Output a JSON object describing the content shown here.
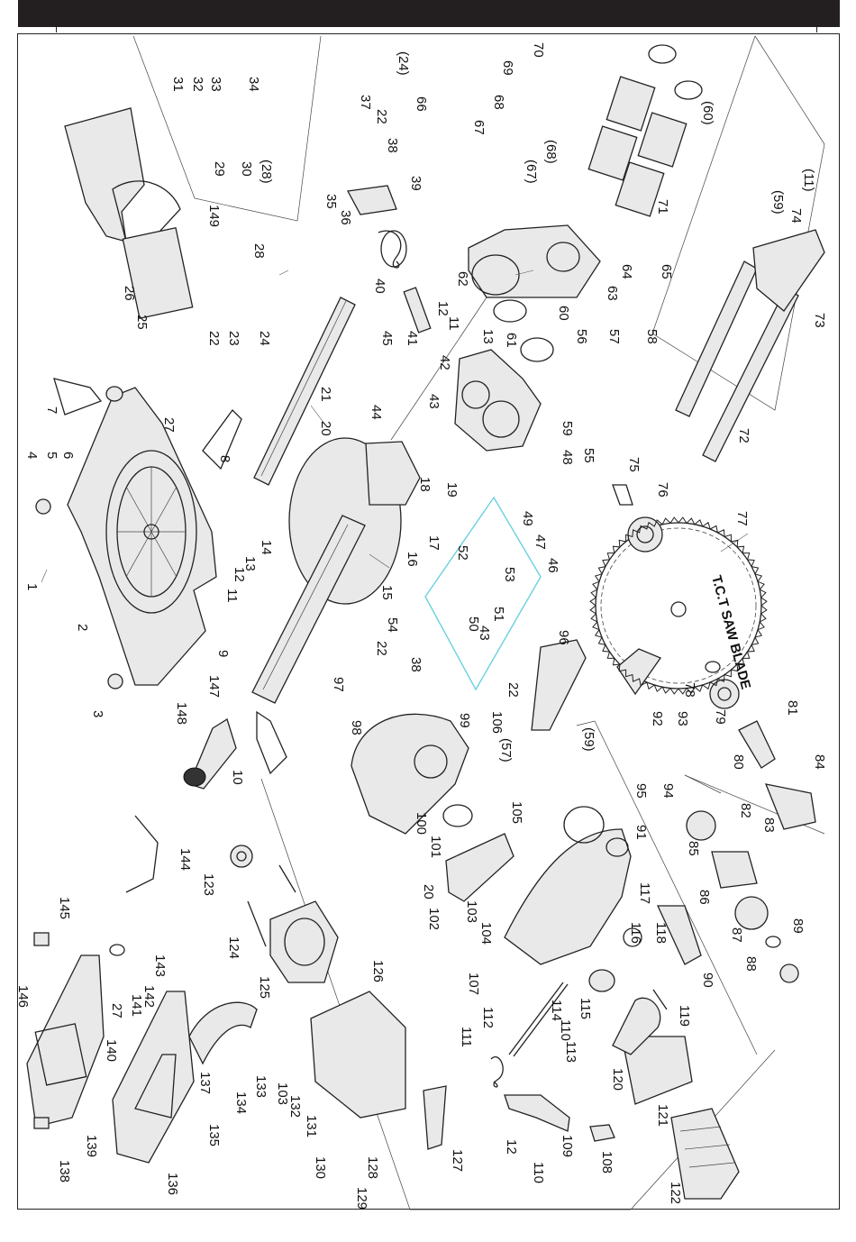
{
  "header": {
    "bar_color": "#231f20"
  },
  "inset": {
    "border_color": "#6ad0e0"
  },
  "blade": {
    "print": "T.C.T SAW BLADE"
  },
  "labels": [
    {
      "id": "l1",
      "text": "1"
    },
    {
      "id": "l2",
      "text": "2"
    },
    {
      "id": "l3",
      "text": "3"
    },
    {
      "id": "l4",
      "text": "4"
    },
    {
      "id": "l5",
      "text": "5"
    },
    {
      "id": "l6",
      "text": "6"
    },
    {
      "id": "l7",
      "text": "7"
    },
    {
      "id": "l8",
      "text": "8"
    },
    {
      "id": "l9",
      "text": "9"
    },
    {
      "id": "l10",
      "text": "10"
    },
    {
      "id": "l11a",
      "text": "11"
    },
    {
      "id": "l11b",
      "text": "11"
    },
    {
      "id": "l11p",
      "text": "(11)"
    },
    {
      "id": "l12a",
      "text": "12"
    },
    {
      "id": "l12b",
      "text": "12"
    },
    {
      "id": "l12c",
      "text": "12"
    },
    {
      "id": "l13a",
      "text": "13"
    },
    {
      "id": "l13b",
      "text": "13"
    },
    {
      "id": "l14",
      "text": "14"
    },
    {
      "id": "l15",
      "text": "15"
    },
    {
      "id": "l16",
      "text": "16"
    },
    {
      "id": "l17",
      "text": "17"
    },
    {
      "id": "l18",
      "text": "18"
    },
    {
      "id": "l19",
      "text": "19"
    },
    {
      "id": "l20a",
      "text": "20"
    },
    {
      "id": "l20b",
      "text": "20"
    },
    {
      "id": "l21",
      "text": "21"
    },
    {
      "id": "l22a",
      "text": "22"
    },
    {
      "id": "l22b",
      "text": "22"
    },
    {
      "id": "l22c",
      "text": "22"
    },
    {
      "id": "l22d",
      "text": "22"
    },
    {
      "id": "l23",
      "text": "23"
    },
    {
      "id": "l24",
      "text": "24"
    },
    {
      "id": "l24p",
      "text": "(24)"
    },
    {
      "id": "l25",
      "text": "25"
    },
    {
      "id": "l26",
      "text": "26"
    },
    {
      "id": "l27a",
      "text": "27"
    },
    {
      "id": "l27b",
      "text": "27"
    },
    {
      "id": "l28",
      "text": "28"
    },
    {
      "id": "l28p",
      "text": "(28)"
    },
    {
      "id": "l29",
      "text": "29"
    },
    {
      "id": "l30",
      "text": "30"
    },
    {
      "id": "l31",
      "text": "31"
    },
    {
      "id": "l32",
      "text": "32"
    },
    {
      "id": "l33",
      "text": "33"
    },
    {
      "id": "l34",
      "text": "34"
    },
    {
      "id": "l35",
      "text": "35"
    },
    {
      "id": "l36",
      "text": "36"
    },
    {
      "id": "l37",
      "text": "37"
    },
    {
      "id": "l38a",
      "text": "38"
    },
    {
      "id": "l38b",
      "text": "38"
    },
    {
      "id": "l39",
      "text": "39"
    },
    {
      "id": "l40",
      "text": "40"
    },
    {
      "id": "l41",
      "text": "41"
    },
    {
      "id": "l42",
      "text": "42"
    },
    {
      "id": "l43a",
      "text": "43"
    },
    {
      "id": "l43b",
      "text": "43"
    },
    {
      "id": "l44",
      "text": "44"
    },
    {
      "id": "l45",
      "text": "45"
    },
    {
      "id": "l46",
      "text": "46"
    },
    {
      "id": "l47",
      "text": "47"
    },
    {
      "id": "l48",
      "text": "48"
    },
    {
      "id": "l49",
      "text": "49"
    },
    {
      "id": "l50",
      "text": "50"
    },
    {
      "id": "l51",
      "text": "51"
    },
    {
      "id": "l52",
      "text": "52"
    },
    {
      "id": "l53",
      "text": "53"
    },
    {
      "id": "l54",
      "text": "54"
    },
    {
      "id": "l55",
      "text": "55"
    },
    {
      "id": "l56",
      "text": "56"
    },
    {
      "id": "l57",
      "text": "57"
    },
    {
      "id": "l57p",
      "text": "(57)"
    },
    {
      "id": "l58",
      "text": "58"
    },
    {
      "id": "l59",
      "text": "59"
    },
    {
      "id": "l59p1",
      "text": "(59)"
    },
    {
      "id": "l59p2",
      "text": "(59)"
    },
    {
      "id": "l60",
      "text": "60"
    },
    {
      "id": "l60p",
      "text": "(60)"
    },
    {
      "id": "l61",
      "text": "61"
    },
    {
      "id": "l62",
      "text": "62"
    },
    {
      "id": "l63",
      "text": "63"
    },
    {
      "id": "l64",
      "text": "64"
    },
    {
      "id": "l65",
      "text": "65"
    },
    {
      "id": "l66",
      "text": "66"
    },
    {
      "id": "l67",
      "text": "67"
    },
    {
      "id": "l67p",
      "text": "(67)"
    },
    {
      "id": "l68",
      "text": "68"
    },
    {
      "id": "l68p",
      "text": "(68)"
    },
    {
      "id": "l69",
      "text": "69"
    },
    {
      "id": "l70",
      "text": "70"
    },
    {
      "id": "l71",
      "text": "71"
    },
    {
      "id": "l72",
      "text": "72"
    },
    {
      "id": "l73",
      "text": "73"
    },
    {
      "id": "l74",
      "text": "74"
    },
    {
      "id": "l75",
      "text": "75"
    },
    {
      "id": "l76",
      "text": "76"
    },
    {
      "id": "l77",
      "text": "77"
    },
    {
      "id": "l78",
      "text": "78"
    },
    {
      "id": "l79",
      "text": "79"
    },
    {
      "id": "l80",
      "text": "80"
    },
    {
      "id": "l81",
      "text": "81"
    },
    {
      "id": "l82",
      "text": "82"
    },
    {
      "id": "l83",
      "text": "83"
    },
    {
      "id": "l84",
      "text": "84"
    },
    {
      "id": "l85",
      "text": "85"
    },
    {
      "id": "l86",
      "text": "86"
    },
    {
      "id": "l87",
      "text": "87"
    },
    {
      "id": "l88",
      "text": "88"
    },
    {
      "id": "l89",
      "text": "89"
    },
    {
      "id": "l90",
      "text": "90"
    },
    {
      "id": "l91",
      "text": "91"
    },
    {
      "id": "l92",
      "text": "92"
    },
    {
      "id": "l93",
      "text": "93"
    },
    {
      "id": "l94",
      "text": "94"
    },
    {
      "id": "l95",
      "text": "95"
    },
    {
      "id": "l96",
      "text": "96"
    },
    {
      "id": "l97",
      "text": "97"
    },
    {
      "id": "l98",
      "text": "98"
    },
    {
      "id": "l99",
      "text": "99"
    },
    {
      "id": "l100",
      "text": "100"
    },
    {
      "id": "l101",
      "text": "101"
    },
    {
      "id": "l102",
      "text": "102"
    },
    {
      "id": "l103a",
      "text": "103"
    },
    {
      "id": "l103b",
      "text": "103"
    },
    {
      "id": "l104",
      "text": "104"
    },
    {
      "id": "l105",
      "text": "105"
    },
    {
      "id": "l106",
      "text": "106"
    },
    {
      "id": "l107",
      "text": "107"
    },
    {
      "id": "l108",
      "text": "108"
    },
    {
      "id": "l109",
      "text": "109"
    },
    {
      "id": "l110a",
      "text": "110"
    },
    {
      "id": "l110b",
      "text": "110"
    },
    {
      "id": "l111",
      "text": "111"
    },
    {
      "id": "l112",
      "text": "112"
    },
    {
      "id": "l113",
      "text": "113"
    },
    {
      "id": "l114",
      "text": "114"
    },
    {
      "id": "l115",
      "text": "115"
    },
    {
      "id": "l116",
      "text": "116"
    },
    {
      "id": "l117",
      "text": "117"
    },
    {
      "id": "l118",
      "text": "118"
    },
    {
      "id": "l119",
      "text": "119"
    },
    {
      "id": "l120",
      "text": "120"
    },
    {
      "id": "l121",
      "text": "121"
    },
    {
      "id": "l122",
      "text": "122"
    },
    {
      "id": "l123",
      "text": "123"
    },
    {
      "id": "l124",
      "text": "124"
    },
    {
      "id": "l125",
      "text": "125"
    },
    {
      "id": "l126",
      "text": "126"
    },
    {
      "id": "l127",
      "text": "127"
    },
    {
      "id": "l128",
      "text": "128"
    },
    {
      "id": "l129",
      "text": "129"
    },
    {
      "id": "l130",
      "text": "130"
    },
    {
      "id": "l131",
      "text": "131"
    },
    {
      "id": "l132",
      "text": "132"
    },
    {
      "id": "l133",
      "text": "133"
    },
    {
      "id": "l134",
      "text": "134"
    },
    {
      "id": "l135",
      "text": "135"
    },
    {
      "id": "l136",
      "text": "136"
    },
    {
      "id": "l137",
      "text": "137"
    },
    {
      "id": "l138",
      "text": "138"
    },
    {
      "id": "l139",
      "text": "139"
    },
    {
      "id": "l140",
      "text": "140"
    },
    {
      "id": "l141",
      "text": "141"
    },
    {
      "id": "l142",
      "text": "142"
    },
    {
      "id": "l143",
      "text": "143"
    },
    {
      "id": "l144",
      "text": "144"
    },
    {
      "id": "l145",
      "text": "145"
    },
    {
      "id": "l146",
      "text": "146"
    },
    {
      "id": "l147",
      "text": "147"
    },
    {
      "id": "l148",
      "text": "148"
    },
    {
      "id": "l149",
      "text": "149"
    }
  ]
}
